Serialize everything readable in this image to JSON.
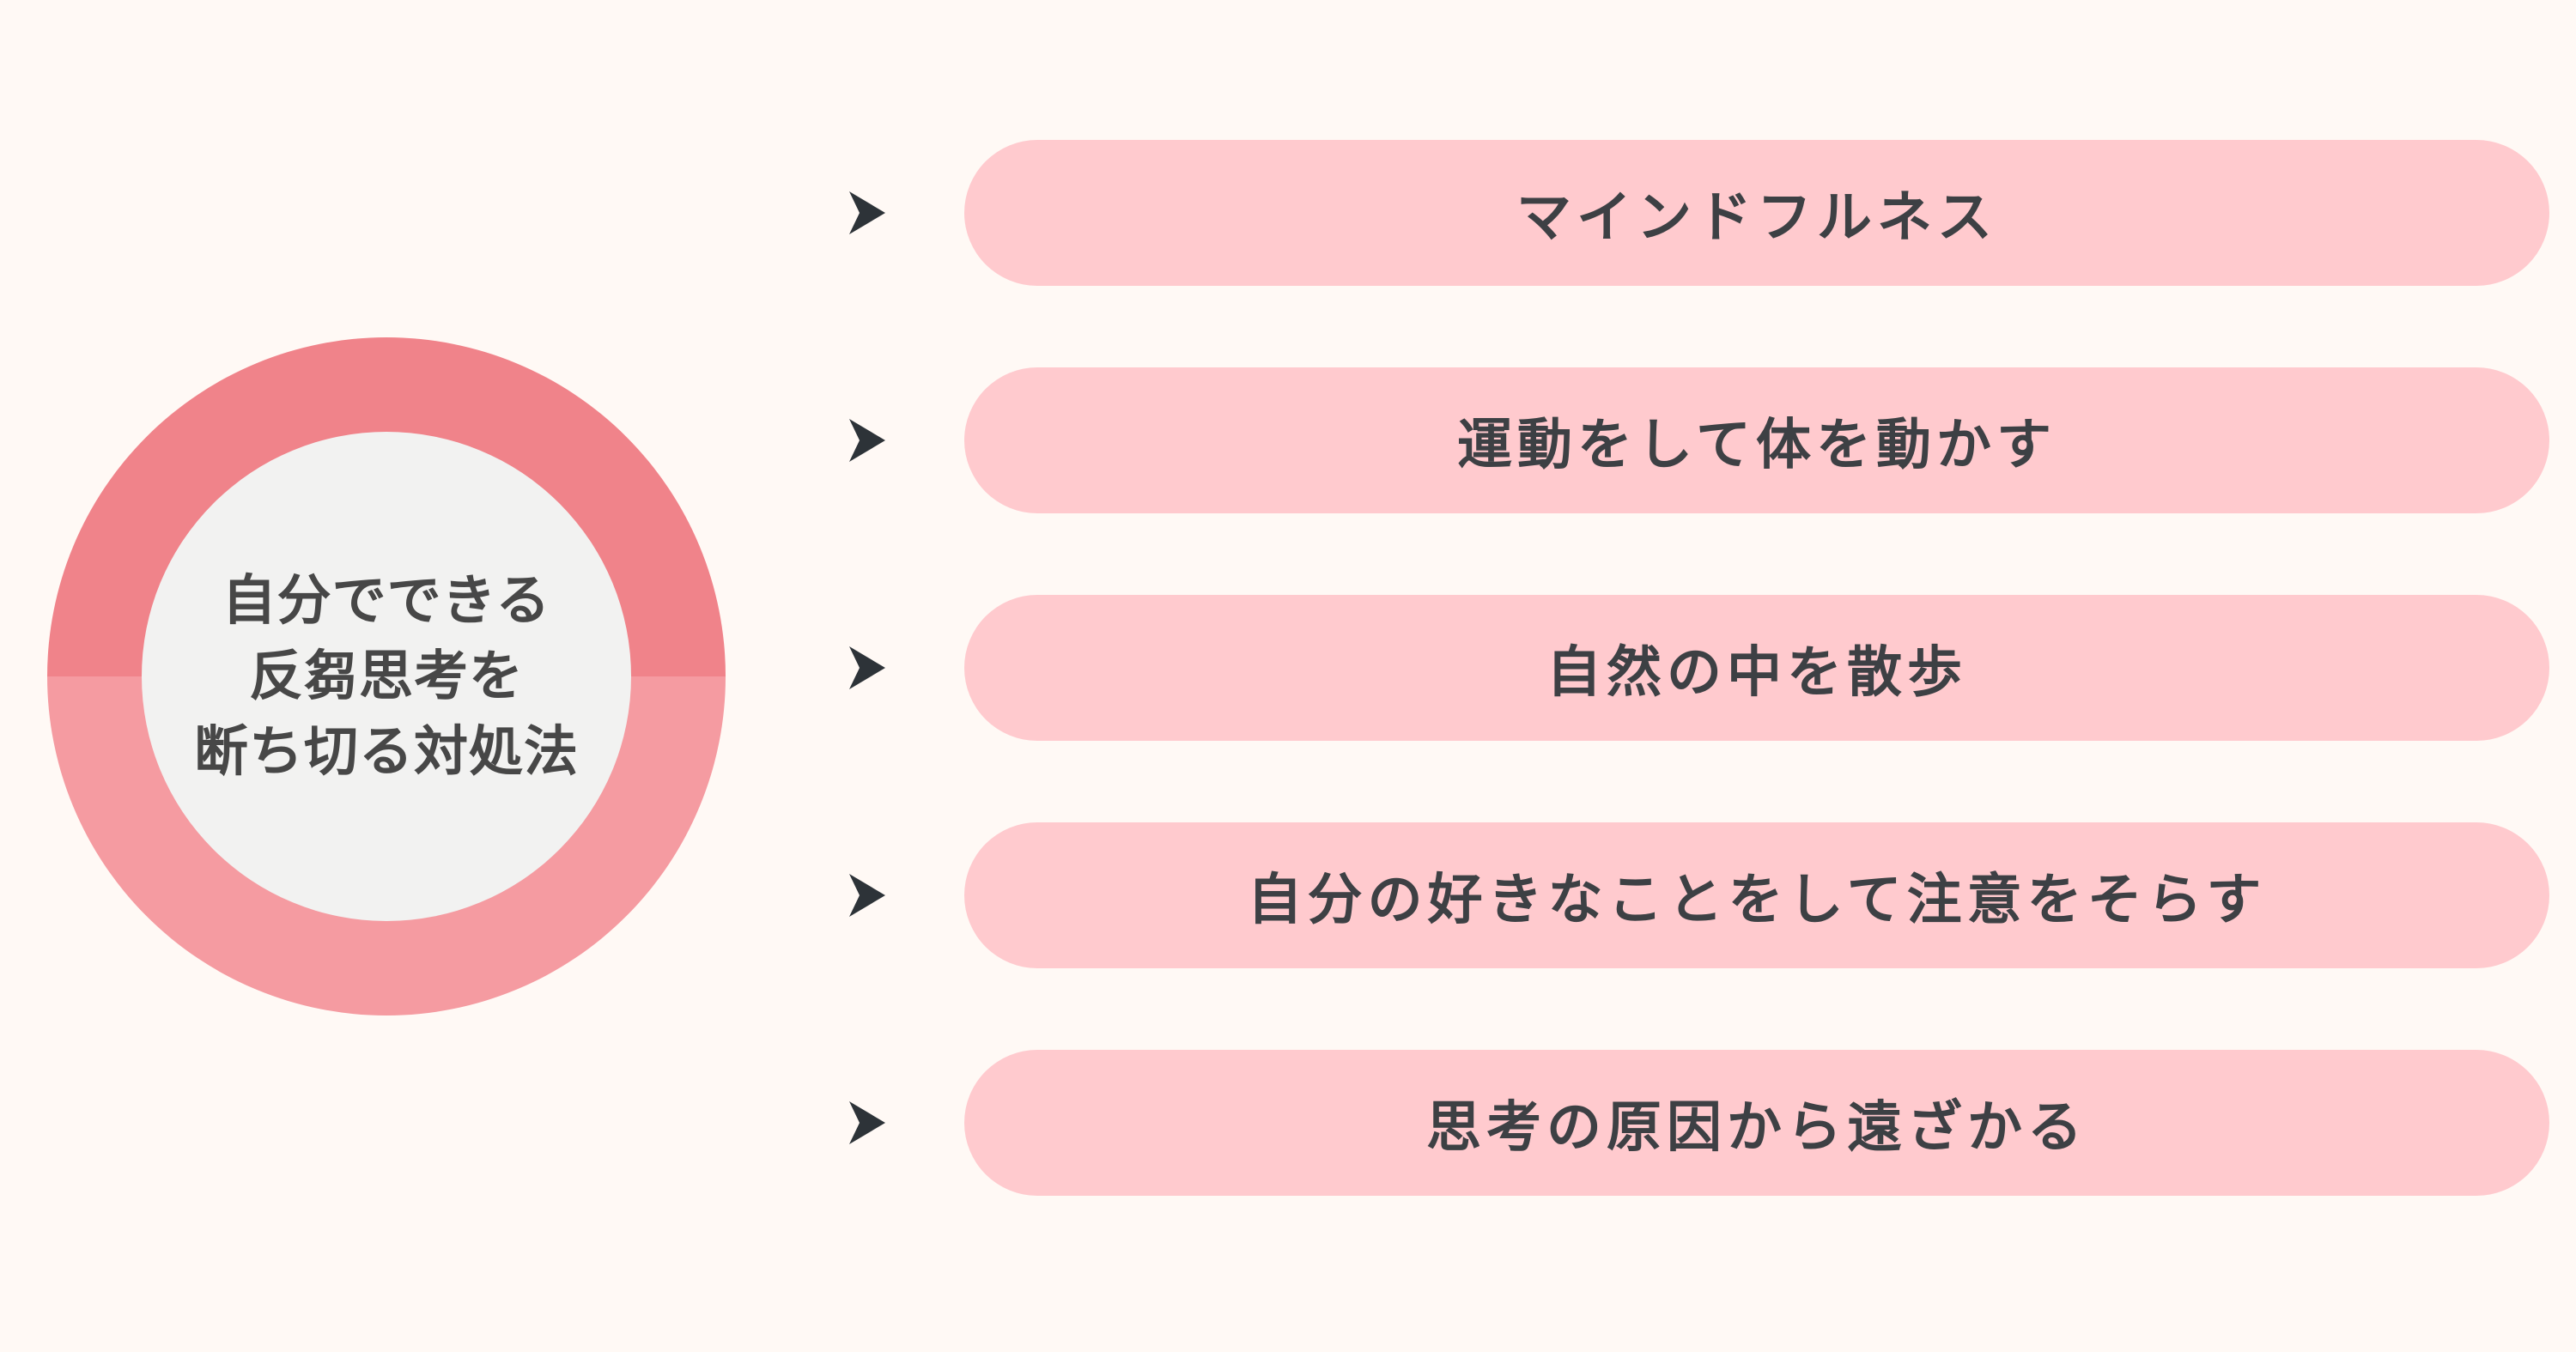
{
  "colors": {
    "background": "#FFF9F5",
    "ring_top": "#F0838A",
    "ring_bottom": "#F59BA1",
    "hub_inner_fill": "#F2F2F1",
    "hub_text": "#474747",
    "bar_fill": "#FFCACE",
    "bar_text": "#3D4044",
    "arrow": "#2D3338"
  },
  "hub": {
    "lines": [
      "自分でできる",
      "反芻思考を",
      "断ち切る対処法"
    ]
  },
  "list": {
    "marker_icon": "arrowhead-right-icon",
    "items": [
      "マインドフルネス",
      "運動をして体を動かす",
      "自然の中を散歩",
      "自分の好きなことをして注意をそらす",
      "思考の原因から遠ざかる"
    ]
  }
}
